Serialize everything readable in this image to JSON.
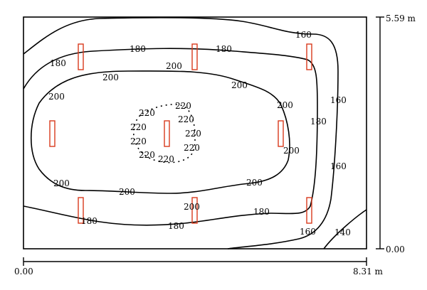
{
  "contours": [
    {
      "id": "c140",
      "labels": [
        {
          "text": "140"
        }
      ]
    },
    {
      "id": "c160",
      "labels": [
        {
          "text": "160"
        },
        {
          "text": "160"
        },
        {
          "text": "160"
        },
        {
          "text": "160"
        }
      ]
    },
    {
      "id": "c180",
      "labels": [
        {
          "text": "180"
        },
        {
          "text": "180"
        },
        {
          "text": "180"
        },
        {
          "text": "180"
        },
        {
          "text": "180"
        },
        {
          "text": "180"
        },
        {
          "text": "180"
        }
      ]
    },
    {
      "id": "c200",
      "labels": [
        {
          "text": "200"
        },
        {
          "text": "200"
        },
        {
          "text": "200"
        },
        {
          "text": "200"
        },
        {
          "text": "200"
        },
        {
          "text": "200"
        },
        {
          "text": "200"
        },
        {
          "text": "200"
        },
        {
          "text": "200"
        }
      ]
    },
    {
      "id": "c220",
      "labels": [
        {
          "text": "220"
        },
        {
          "text": "220"
        },
        {
          "text": "220"
        },
        {
          "text": "220"
        },
        {
          "text": "220"
        },
        {
          "text": "220"
        },
        {
          "text": "220"
        },
        {
          "text": "220"
        },
        {
          "text": "220"
        }
      ]
    }
  ],
  "axes": {
    "x_start": "0.00",
    "x_end": "8.31 m",
    "y_start": "0.00",
    "y_end": "5.59 m"
  },
  "colors": {
    "contour": "#000000",
    "luminaire": "#d83a1c"
  }
}
